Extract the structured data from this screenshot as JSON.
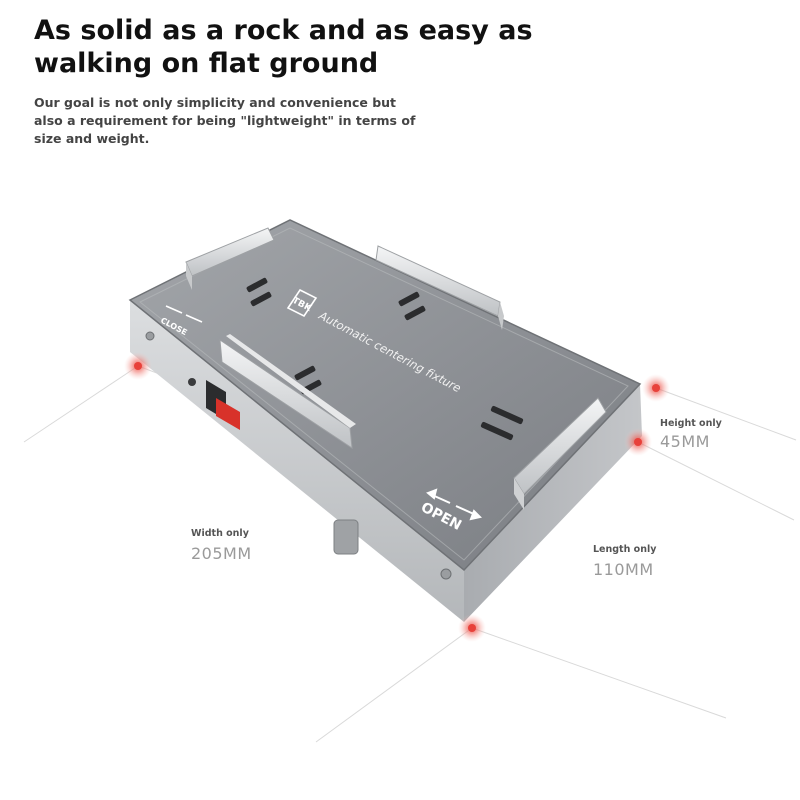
{
  "headline": "As solid as a rock and as easy as walking on flat ground",
  "subtext": "Our goal is not only simplicity and convenience but also a requirement for being \"lightweight\" in terms of size and weight.",
  "device": {
    "brand": "TBK",
    "caption": "Automatic centering fixture",
    "close_label": "CLOSE",
    "open_label": "OPEN"
  },
  "dimensions": {
    "height": {
      "label": "Height only",
      "value": "45MM"
    },
    "width": {
      "label": "Width only",
      "value": "205MM"
    },
    "length": {
      "label": "Length only",
      "value": "110MM"
    }
  },
  "colors": {
    "marker": "#e8413a",
    "switch": "#d8322a",
    "top_plate": "#8e9196",
    "body_side": "#c9cbce"
  }
}
